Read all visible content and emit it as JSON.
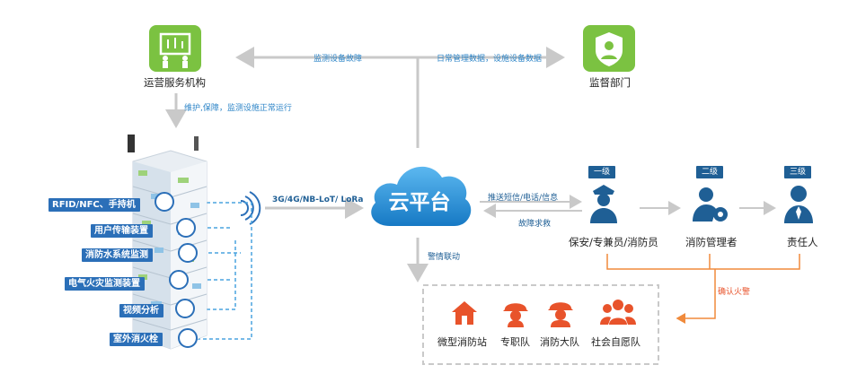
{
  "nodes": {
    "ops": {
      "label": "运营服务机构",
      "icon": "presentation-board-icon"
    },
    "supervision": {
      "label": "监督部门",
      "icon": "shield-person-icon"
    },
    "cloud": {
      "label": "云平台",
      "icon": "cloud-icon"
    }
  },
  "flows": {
    "to_ops": "监测设备故障",
    "to_supervision": "日常管理数据，设施设备数据",
    "ops_to_building": "维护,保障，监测设施正常运行",
    "building_to_cloud": "3G/4G/NB-LoT/ LoRa",
    "cloud_to_staff": "推送短信/电话/信息",
    "staff_to_cloud": "故障求救",
    "alarm_link": "警情联动",
    "confirm_fire": "确认火警"
  },
  "devices": [
    {
      "label": "RFID/NFC、手持机",
      "icon": "handheld-reader-icon"
    },
    {
      "label": "用户传输装置",
      "icon": "transmission-device-icon"
    },
    {
      "label": "消防水系统监测",
      "icon": "water-gauge-icon"
    },
    {
      "label": "电气火灾监测装置",
      "icon": "electrical-monitor-icon"
    },
    {
      "label": "视频分析",
      "icon": "camera-icon"
    },
    {
      "label": "室外消火栓",
      "icon": "hydrant-icon"
    }
  ],
  "levels": [
    {
      "badge": "一级",
      "label": "保安/专兼员/消防员",
      "icon": "guard-icon"
    },
    {
      "badge": "二级",
      "label": "消防管理者",
      "icon": "manager-gear-icon"
    },
    {
      "badge": "三级",
      "label": "责任人",
      "icon": "person-tie-icon"
    }
  ],
  "responders": [
    {
      "label": "微型消防站",
      "icon": "fire-station-icon"
    },
    {
      "label": "专职队",
      "icon": "firefighter-helmet-icon"
    },
    {
      "label": "消防大队",
      "icon": "firefighter-icon"
    },
    {
      "label": "社会自愿队",
      "icon": "volunteer-group-icon"
    }
  ],
  "colors": {
    "green": "#7bc241",
    "blue": "#1f5f95",
    "light_blue": "#2f86c8",
    "orange": "#f08a3c",
    "red": "#e8532b",
    "gray_line": "#c9c9c9"
  }
}
